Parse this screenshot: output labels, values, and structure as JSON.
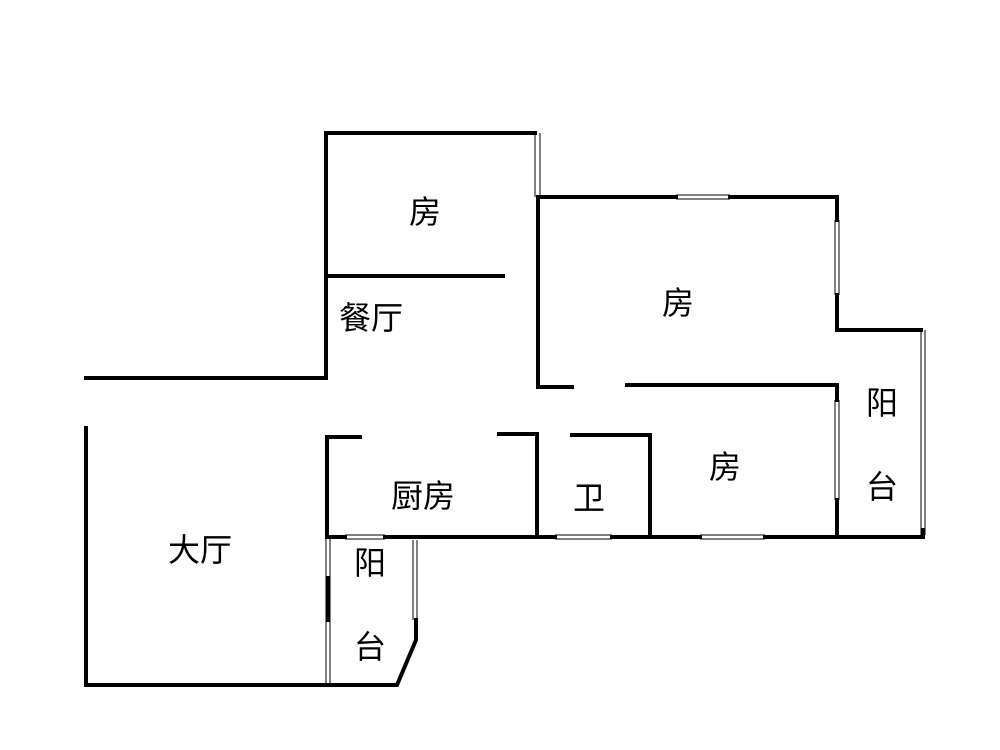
{
  "colors": {
    "wall": "#000000",
    "background": "#ffffff"
  },
  "rooms": {
    "bedroom_top": "房",
    "dining": "餐厅",
    "bedroom_large": "房",
    "balcony_right": "阳台",
    "bedroom_small": "房",
    "bathroom": "卫",
    "kitchen": "厨房",
    "living_room": "大厅",
    "balcony_bottom": "阳台"
  }
}
